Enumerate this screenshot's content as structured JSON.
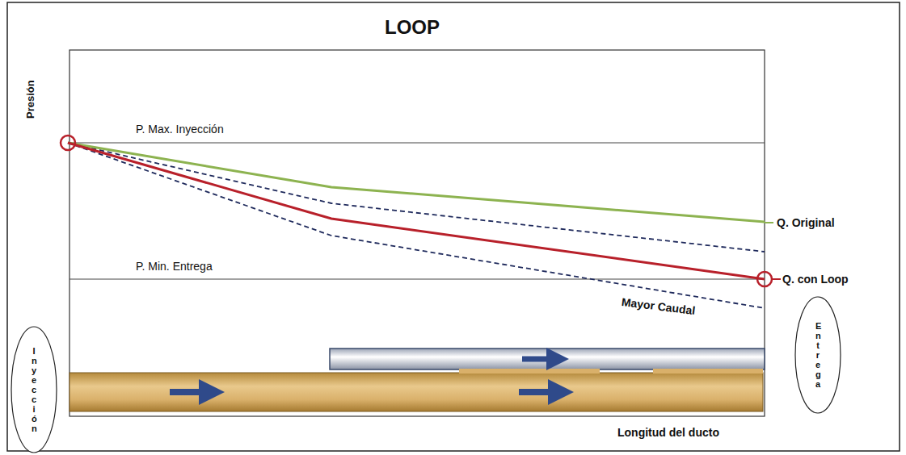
{
  "diagram": {
    "title": "LOOP",
    "nodes": [
      {
        "text": [
          "Inyección"
        ]
      },
      {
        "text": [
          "Entrega"
        ]
      }
    ],
    "labels": [
      "Presión",
      "P. Max. Inyección",
      "P. Min. Entrega",
      "Q. Original",
      "Q. con Loop",
      "Mayor Caudal",
      "Longitud del ducto"
    ]
  }
}
